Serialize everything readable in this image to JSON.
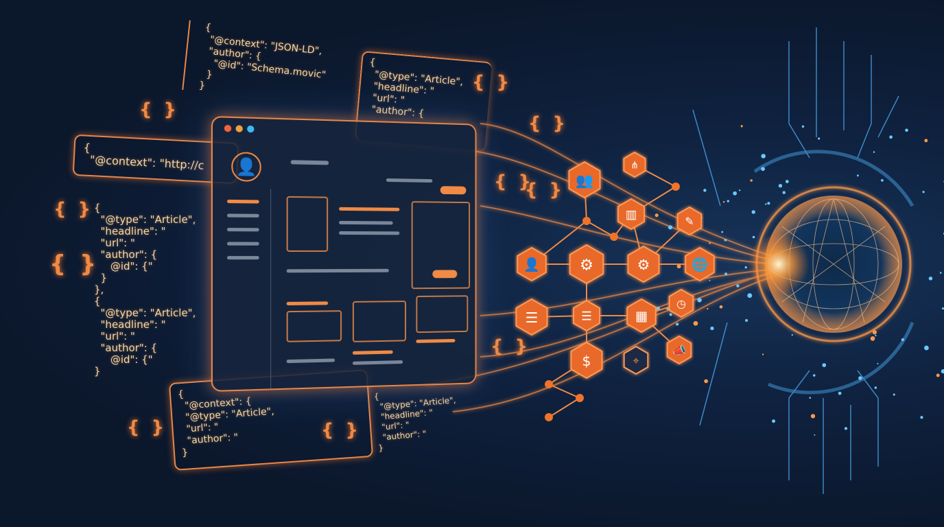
{
  "colors": {
    "background": "#0d1a30",
    "accent": "#f08a45",
    "glow_blue": "#4fb6ff",
    "code_text": "#f6d7a6"
  },
  "code_blocks": [
    {
      "lines": [
        "{",
        "  \"@context\": \"JSON-LD\",",
        "  \"author\": {",
        "    \"@id\": \"Schema.movic\"",
        "  }",
        "}"
      ]
    },
    {
      "lines": [
        "{",
        "  \"@type\": \"Article\",",
        "  \"headline\": \"",
        "  \"url\": \"",
        "  \"author\": {"
      ]
    },
    {
      "lines": [
        "{",
        "  \"@context\": \"http://c"
      ]
    },
    {
      "lines": [
        "{",
        "  \"@type\": \"Article\",",
        "  \"headline\": \"",
        "  \"url\": \"",
        "  \"author\": {",
        "     @id\": {\"",
        "  }",
        "},",
        "{",
        "  \"@type\": \"Article\",",
        "  \"headline\": \"",
        "  \"url\": \"",
        "  \"author\": {",
        "     @id\": {\"",
        "}"
      ]
    },
    {
      "lines": [
        "{",
        "  \"@context\": {",
        "  \"@type\": \"Article\",",
        "  \"url\": \"",
        "  \"author\": \"",
        "",
        "}"
      ]
    },
    {
      "lines": [
        "{",
        "  \"@type\": \"Article\",",
        "  \"headline\": \"",
        "  \"url\": \"",
        "  \"author\": \"",
        "",
        "}"
      ]
    }
  ],
  "braces": "{ }",
  "browser": {
    "window_dots": [
      "#f0643c",
      "#f0a040",
      "#3fb8f0"
    ],
    "icons": [
      "user-avatar-icon"
    ]
  },
  "network_icons": [
    "people-icon",
    "hierarchy-icon",
    "building-icon",
    "edit-icon",
    "user-icon",
    "cube-gear-icon",
    "user-gear-icon",
    "globe-icon",
    "list-gear-icon",
    "list-icon",
    "calendar-icon",
    "clock-icon",
    "megaphone-icon",
    "dollar-user-icon",
    "location-pin-icon"
  ]
}
